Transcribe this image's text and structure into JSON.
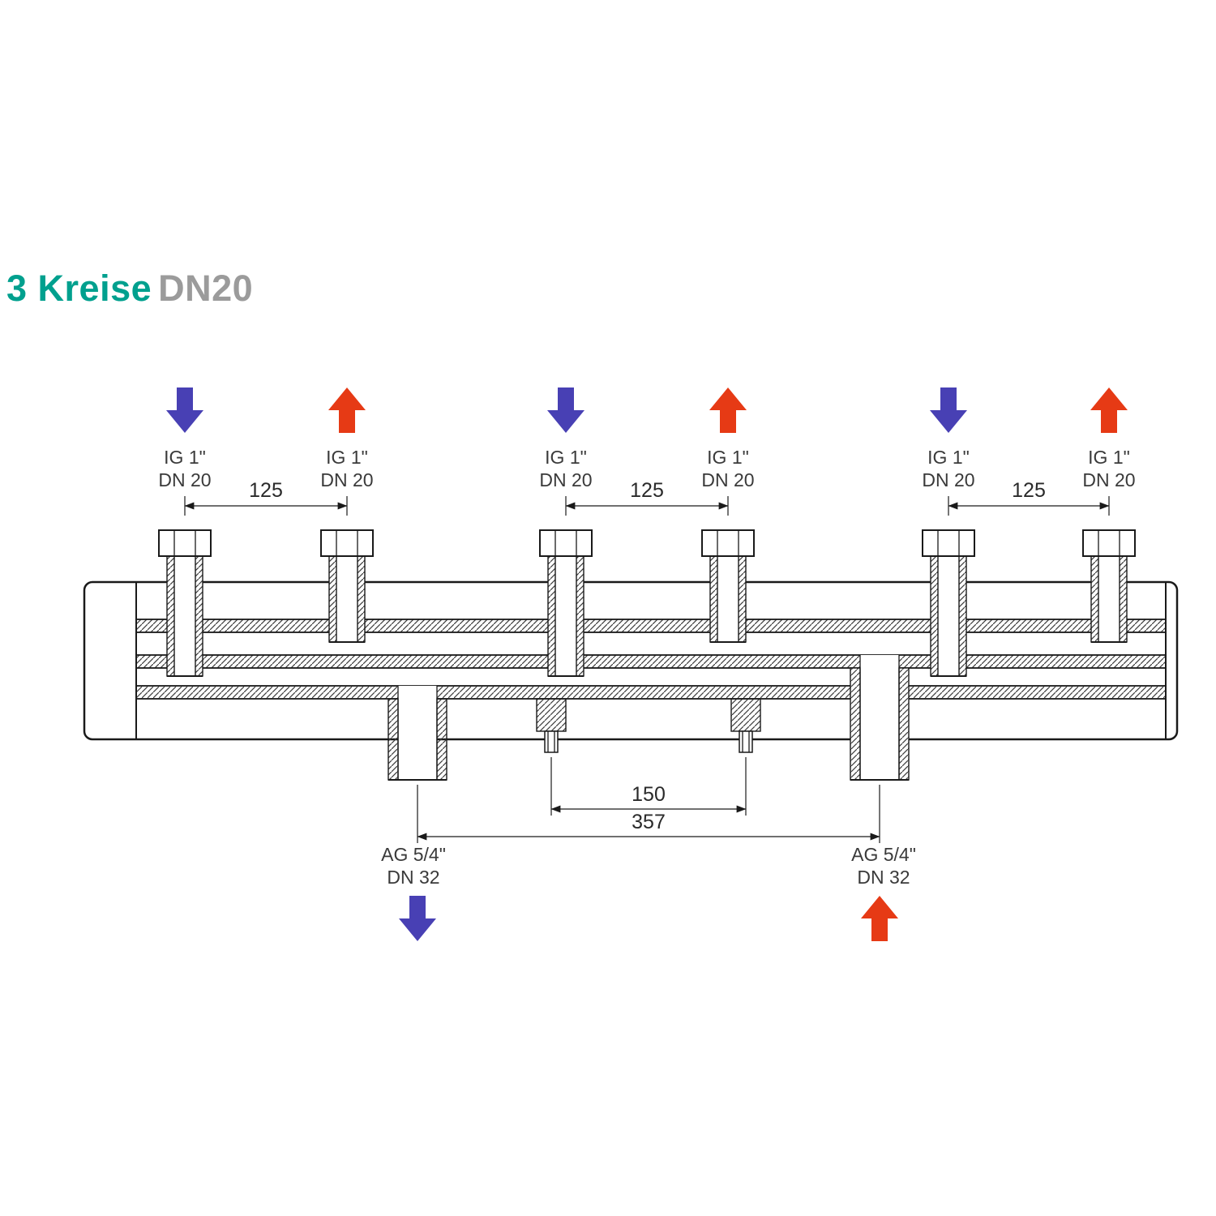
{
  "title": {
    "main": "3 Kreise",
    "suffix": "DN20",
    "main_color": "#00A08E",
    "suffix_color": "#9B9B9B"
  },
  "colors": {
    "flow": "#E63A15",
    "return": "#4840B4",
    "line": "#1A1A1A",
    "text": "#3A3A3A"
  },
  "top_connections": [
    {
      "id": 1,
      "direction": "return",
      "line1": "IG 1\"",
      "line2": "DN 20"
    },
    {
      "id": 2,
      "direction": "flow",
      "line1": "IG 1\"",
      "line2": "DN 20"
    },
    {
      "id": 3,
      "direction": "return",
      "line1": "IG 1\"",
      "line2": "DN 20"
    },
    {
      "id": 4,
      "direction": "flow",
      "line1": "IG 1\"",
      "line2": "DN 20"
    },
    {
      "id": 5,
      "direction": "return",
      "line1": "IG 1\"",
      "line2": "DN 20"
    },
    {
      "id": 6,
      "direction": "flow",
      "line1": "IG 1\"",
      "line2": "DN 20"
    }
  ],
  "dimensions": {
    "top_pair_1": "125",
    "top_pair_2": "125",
    "top_pair_3": "125",
    "bottom_inner": "150",
    "bottom_outer": "357"
  },
  "bottom_connections": [
    {
      "id": "left",
      "direction": "return",
      "line1": "AG 5/4\"",
      "line2": "DN 32"
    },
    {
      "id": "right",
      "direction": "flow",
      "line1": "AG 5/4\"",
      "line2": "DN 32"
    }
  ]
}
